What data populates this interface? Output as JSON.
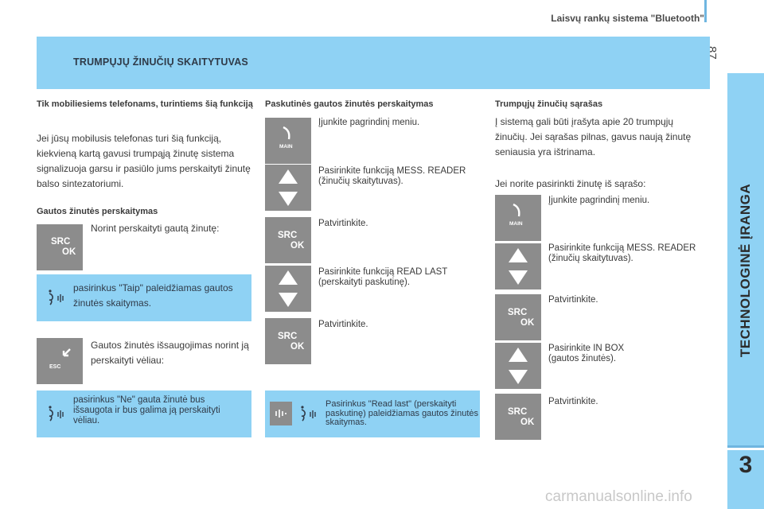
{
  "header": {
    "title": "Laisvų rankų sistema \"Bluetooth\"",
    "page_number": "87"
  },
  "banner": {
    "title": "TRUMPŲJŲ ŽINUČIŲ SKAITYTUVAS"
  },
  "side": {
    "title": "TECHNOLOGINĖ ĮRANGA",
    "chapter": "3"
  },
  "buttons": {
    "src": "SRC",
    "ok": "OK",
    "main": "MAIN",
    "esc": "ESC"
  },
  "col1": {
    "heading": "Tik mobiliesiems telefonams, turintiems šią funkciją",
    "intro": "Jei jūsų mobilusis telefonas turi šią funkciją, kiekvieną kartą gavusi trumpąją žinutę sistema signalizuoja garsu ir pasiūlo jums perskaityti žinutę balso sintezatoriumi.",
    "subheading": "Gautos žinutės perskaitymas",
    "read_prompt": "Norint perskaityti gautą žinutę:",
    "note1": "pasirinkus \"Taip\" paleidžiamas gautos žinutės skaitymas.",
    "save_prompt": "Gautos žinutės išsaugojimas norint ją perskaityti vėliau:",
    "note2": "pasirinkus \"Ne\" gauta žinutė bus išsaugota ir bus galima ją perskaityti vėliau."
  },
  "col2": {
    "heading": "Paskutinės gautos žinutės perskaitymas",
    "steps": [
      "Įjunkite pagrindinį meniu.",
      "Pasirinkite funkciją MESS. READER (žinučių skaitytuvas).",
      "Patvirtinkite.",
      "Pasirinkite funkciją READ LAST (perskaityti paskutinę).",
      "Patvirtinkite."
    ],
    "note": "Pasirinkus \"Read last\" (perskaityti paskutinę) paleidžiamas gautos žinutės skaitymas."
  },
  "col3": {
    "heading": "Trumpųjų žinučių sąrašas",
    "intro": "Į sistemą gali būti įrašyta apie 20 trumpųjų žinučių. Jei sąrašas pilnas, gavus naują žinutę seniausia yra ištrinama.",
    "prompt": "Jei norite pasirinkti žinutę iš sąrašo:",
    "steps": [
      "Įjunkite pagrindinį meniu.",
      "Pasirinkite funkciją MESS. READER (žinučių skaitytuvas).",
      "Patvirtinkite.",
      "Pasirinkite IN BOX (gautos žinutės).",
      "Patvirtinkite."
    ]
  },
  "watermark": "carmanualsonline.info",
  "colors": {
    "accent": "#8fd2f4",
    "button": "#8c8c8c"
  }
}
